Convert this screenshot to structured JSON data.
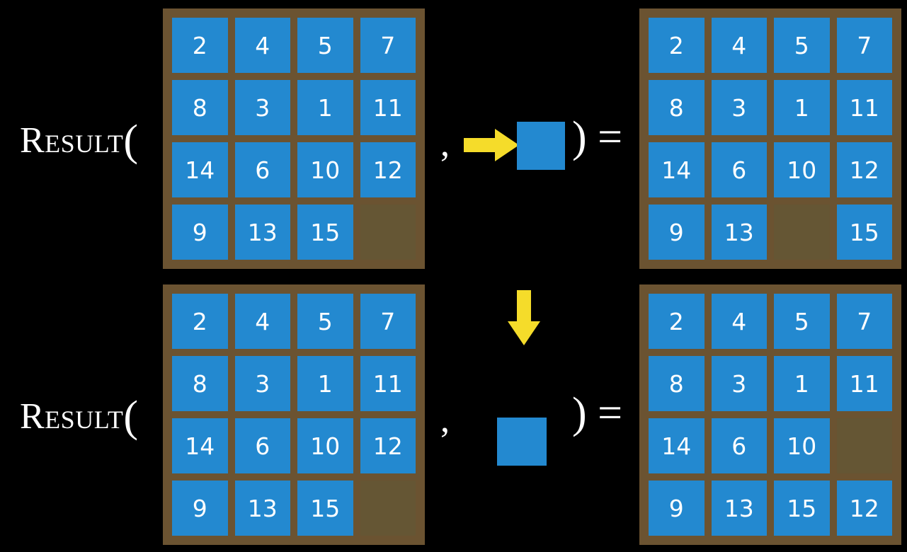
{
  "colors": {
    "background": "#000000",
    "board_border": "#6b5331",
    "blank_tile": "#655634",
    "tile": "#2389d0",
    "tile_text": "#ffffff",
    "arrow": "#f5dc2a",
    "label_text": "#ffffff"
  },
  "rows": [
    {
      "label": "Result",
      "open_paren": "(",
      "comma": ",",
      "close_paren": ")",
      "equals": "=",
      "move_direction": "right",
      "move_icon": "arrow-right-icon",
      "input_board": {
        "rows": [
          [
            "2",
            "4",
            "5",
            "7"
          ],
          [
            "8",
            "3",
            "1",
            "11"
          ],
          [
            "14",
            "6",
            "10",
            "12"
          ],
          [
            "9",
            "13",
            "15",
            ""
          ]
        ]
      },
      "output_board": {
        "rows": [
          [
            "2",
            "4",
            "5",
            "7"
          ],
          [
            "8",
            "3",
            "1",
            "11"
          ],
          [
            "14",
            "6",
            "10",
            "12"
          ],
          [
            "9",
            "13",
            "",
            "15"
          ]
        ]
      }
    },
    {
      "label": "Result",
      "open_paren": "(",
      "comma": ",",
      "close_paren": ")",
      "equals": "=",
      "move_direction": "down",
      "move_icon": "arrow-down-icon",
      "input_board": {
        "rows": [
          [
            "2",
            "4",
            "5",
            "7"
          ],
          [
            "8",
            "3",
            "1",
            "11"
          ],
          [
            "14",
            "6",
            "10",
            "12"
          ],
          [
            "9",
            "13",
            "15",
            ""
          ]
        ]
      },
      "output_board": {
        "rows": [
          [
            "2",
            "4",
            "5",
            "7"
          ],
          [
            "8",
            "3",
            "1",
            "11"
          ],
          [
            "14",
            "6",
            "10",
            ""
          ],
          [
            "9",
            "13",
            "15",
            "12"
          ]
        ]
      }
    }
  ]
}
